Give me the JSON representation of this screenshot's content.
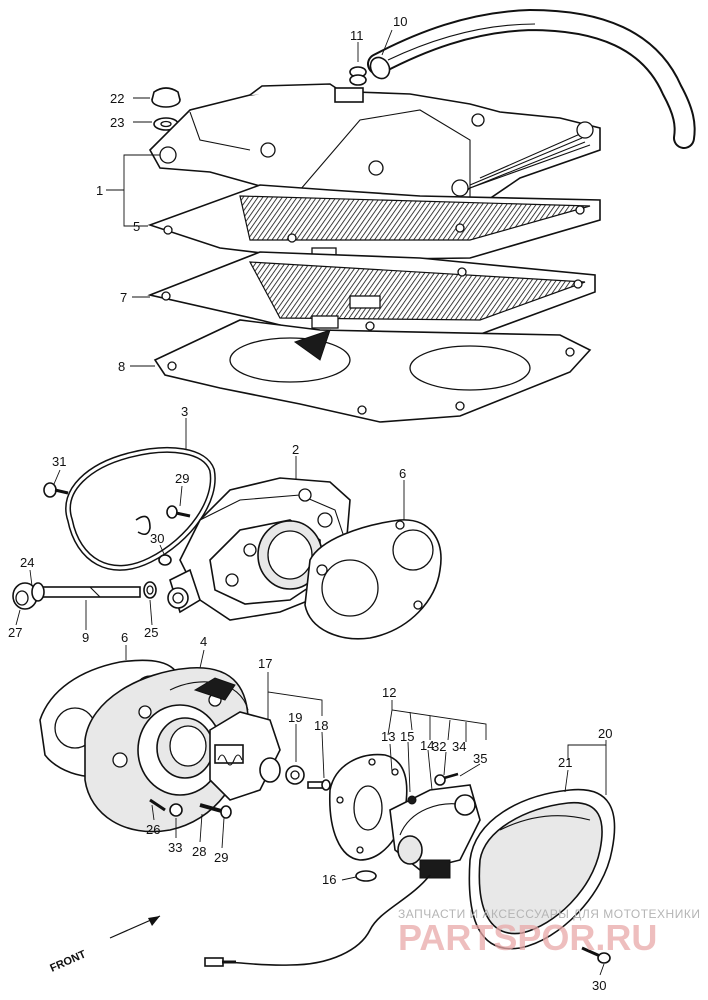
{
  "diagram": {
    "part_labels": [
      {
        "id": "p10",
        "text": "10"
      },
      {
        "id": "p11",
        "text": "11"
      },
      {
        "id": "p22",
        "text": "22"
      },
      {
        "id": "p23",
        "text": "23"
      },
      {
        "id": "p1",
        "text": "1"
      },
      {
        "id": "p5",
        "text": "5"
      },
      {
        "id": "p7",
        "text": "7"
      },
      {
        "id": "p8",
        "text": "8"
      },
      {
        "id": "p3",
        "text": "3"
      },
      {
        "id": "p2",
        "text": "2"
      },
      {
        "id": "p31",
        "text": "31"
      },
      {
        "id": "p29a",
        "text": "29"
      },
      {
        "id": "p6a",
        "text": "6"
      },
      {
        "id": "p30a",
        "text": "30"
      },
      {
        "id": "p24",
        "text": "24"
      },
      {
        "id": "p27",
        "text": "27"
      },
      {
        "id": "p9",
        "text": "9"
      },
      {
        "id": "p25",
        "text": "25"
      },
      {
        "id": "p6b",
        "text": "6"
      },
      {
        "id": "p4",
        "text": "4"
      },
      {
        "id": "p17",
        "text": "17"
      },
      {
        "id": "p12",
        "text": "12"
      },
      {
        "id": "p19",
        "text": "19"
      },
      {
        "id": "p18",
        "text": "18"
      },
      {
        "id": "p13",
        "text": "13"
      },
      {
        "id": "p15",
        "text": "15"
      },
      {
        "id": "p14",
        "text": "14"
      },
      {
        "id": "p32",
        "text": "32"
      },
      {
        "id": "p34",
        "text": "34"
      },
      {
        "id": "p35",
        "text": "35"
      },
      {
        "id": "p20",
        "text": "20"
      },
      {
        "id": "p21",
        "text": "21"
      },
      {
        "id": "p26",
        "text": "26"
      },
      {
        "id": "p33",
        "text": "33"
      },
      {
        "id": "p28",
        "text": "28"
      },
      {
        "id": "p29b",
        "text": "29"
      },
      {
        "id": "p16",
        "text": "16"
      },
      {
        "id": "p30b",
        "text": "30"
      }
    ],
    "front_label": "FRONT",
    "watermark_small": "ЗАПЧАСТИ И АКСЕССУАРЫ ДЛЯ МОТОТЕХНИКИ",
    "watermark_logo": "PARTSPOR.RU"
  }
}
